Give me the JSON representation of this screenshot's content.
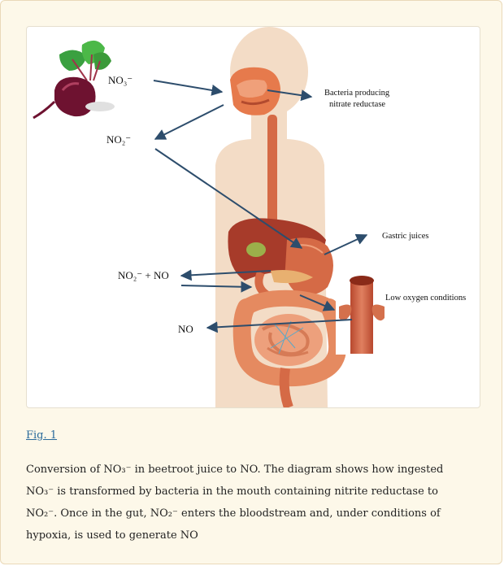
{
  "figure": {
    "link_text": "Fig. 1",
    "labels": {
      "no3": "NO₃⁻",
      "no2": "NO₂⁻",
      "no2_plus_no": "NO₂⁻ + NO",
      "no": "NO",
      "bacteria_line1": "Bacteria producing",
      "bacteria_line2": "nitrate reductase",
      "gastric": "Gastric juices",
      "low_oxygen": "Low oxygen conditions"
    }
  },
  "caption": {
    "text": "Conversion of NO₃⁻ in beetroot juice to NO. The diagram shows how ingested NO₃⁻ is transformed by bacteria in the mouth containing nitrite reductase to NO₂⁻. Once in the gut, NO₂⁻ enters the bloodstream and, under conditions of hypoxia, is used to generate NO"
  },
  "colors": {
    "arrow": "#2d4d6c",
    "body": "#f3dcc6",
    "organ": "#d9673e",
    "liver": "#a73b2a",
    "vessel": "#c95a3c",
    "link": "#2a6a9b"
  }
}
